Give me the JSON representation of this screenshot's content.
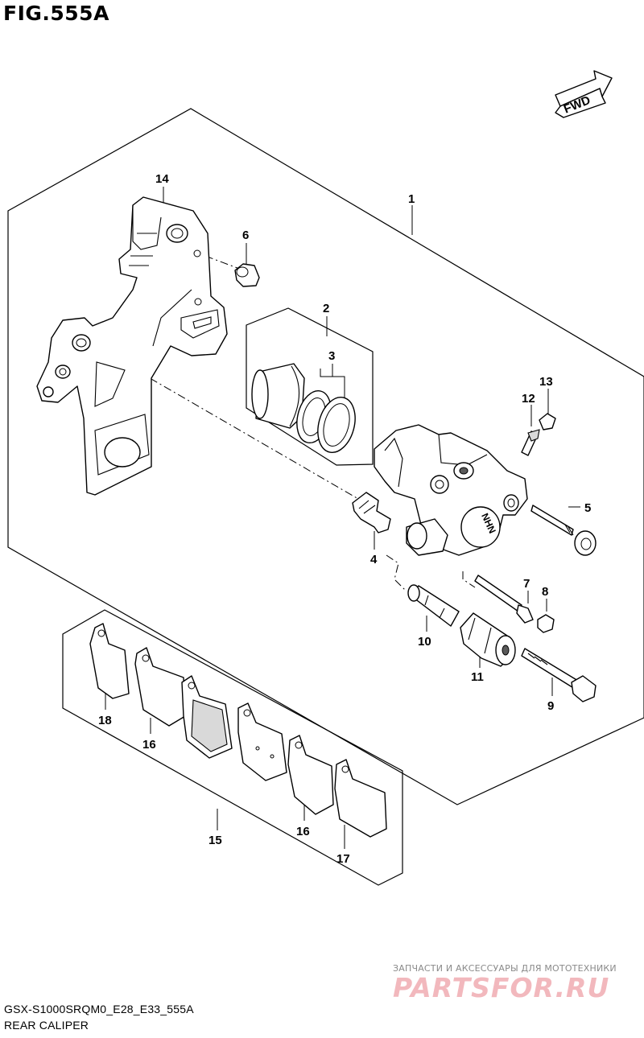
{
  "figure_title": "FIG.555A",
  "fwd_label": "FWD",
  "callouts": {
    "c1": "1",
    "c2": "2",
    "c3": "3",
    "c4": "4",
    "c5": "5",
    "c6": "6",
    "c7": "7",
    "c8": "8",
    "c9": "9",
    "c10": "10",
    "c11": "11",
    "c12": "12",
    "c13": "13",
    "c14": "14",
    "c15": "15",
    "c16a": "16",
    "c16b": "16",
    "c17": "17",
    "c18": "18"
  },
  "caliper_mark": "NHN",
  "watermark": {
    "subtitle": "ЗАПЧАСТИ И АКСЕССУАРЫ ДЛЯ МОТОТЕХНИКИ",
    "logo": "PARTSFOR.RU"
  },
  "footer": {
    "model_code": "GSX-S1000SRQM0_E28_E33_555A",
    "section_name": "REAR CALIPER"
  }
}
